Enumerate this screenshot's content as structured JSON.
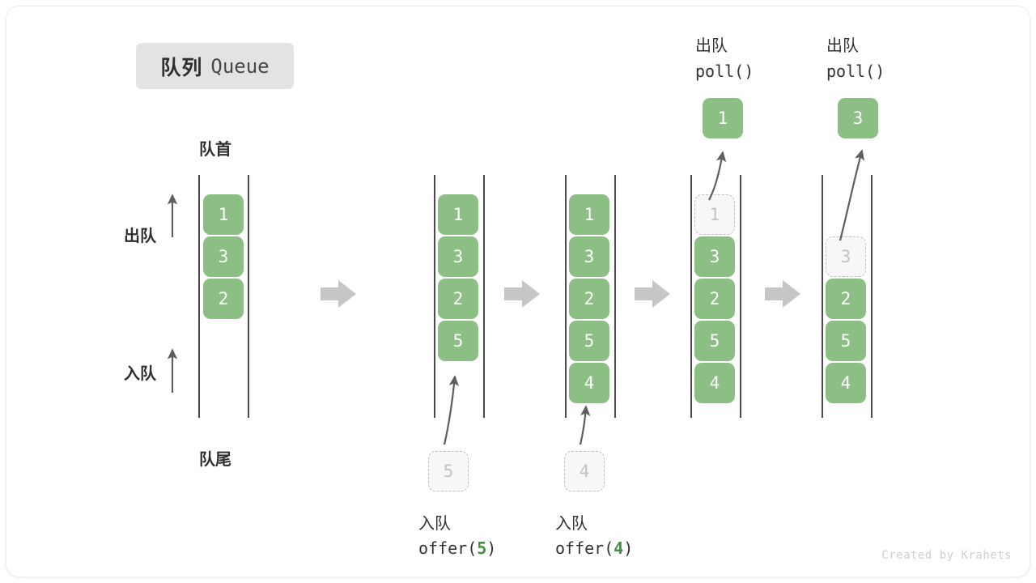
{
  "title": {
    "cn": "队列",
    "en": "Queue"
  },
  "labels": {
    "front": "队首",
    "rear": "队尾",
    "dequeue": "出队",
    "enqueue": "入队"
  },
  "watermark": "Created by Krahets",
  "colors": {
    "cell_fill": "#8cbf84",
    "cell_text": "#ffffff",
    "ghost_fill": "#f7f7f7",
    "ghost_border": "#c2c2c2",
    "ghost_text": "#c2c2c2",
    "rail": "#4a4a4a",
    "step_arrow": "#c6c6c6",
    "thin_arrow": "#5e5e5e",
    "accent_green": "#3f9142",
    "chip_bg": "#e3e3e3",
    "text": "#333333",
    "watermark": "#cfcfcf"
  },
  "step_arrow_icon": "right-block-arrow",
  "stages": [
    {
      "id": "initial",
      "header_cn": "",
      "header_code": "",
      "cells": [
        {
          "value": "1",
          "ghost": false
        },
        {
          "value": "3",
          "ghost": false
        },
        {
          "value": "2",
          "ghost": false
        }
      ],
      "caption_cn": "",
      "caption_code": "",
      "floating": null,
      "incoming": null
    },
    {
      "id": "offer-5",
      "header_cn": "",
      "header_code": "",
      "cells": [
        {
          "value": "1",
          "ghost": false
        },
        {
          "value": "3",
          "ghost": false
        },
        {
          "value": "2",
          "ghost": false
        },
        {
          "value": "5",
          "ghost": false
        }
      ],
      "caption_cn": "入队",
      "caption_code_pre": "offer(",
      "caption_code_arg": "5",
      "caption_code_post": ")",
      "incoming": {
        "value": "5"
      },
      "floating": null
    },
    {
      "id": "offer-4",
      "header_cn": "",
      "header_code": "",
      "cells": [
        {
          "value": "1",
          "ghost": false
        },
        {
          "value": "3",
          "ghost": false
        },
        {
          "value": "2",
          "ghost": false
        },
        {
          "value": "5",
          "ghost": false
        },
        {
          "value": "4",
          "ghost": false
        }
      ],
      "caption_cn": "入队",
      "caption_code_pre": "offer(",
      "caption_code_arg": "4",
      "caption_code_post": ")",
      "incoming": {
        "value": "4"
      },
      "floating": null
    },
    {
      "id": "poll-1",
      "header_cn": "出队",
      "header_code": "poll()",
      "cells": [
        {
          "value": "1",
          "ghost": true
        },
        {
          "value": "3",
          "ghost": false
        },
        {
          "value": "2",
          "ghost": false
        },
        {
          "value": "5",
          "ghost": false
        },
        {
          "value": "4",
          "ghost": false
        }
      ],
      "caption_cn": "",
      "caption_code": "",
      "floating": {
        "value": "1"
      },
      "incoming": null
    },
    {
      "id": "poll-3",
      "header_cn": "出队",
      "header_code": "poll()",
      "cells": [
        {
          "value": "",
          "ghost": null
        },
        {
          "value": "3",
          "ghost": true
        },
        {
          "value": "2",
          "ghost": false
        },
        {
          "value": "5",
          "ghost": false
        },
        {
          "value": "4",
          "ghost": false
        }
      ],
      "caption_cn": "",
      "caption_code": "",
      "floating": {
        "value": "3"
      },
      "incoming": null
    }
  ]
}
